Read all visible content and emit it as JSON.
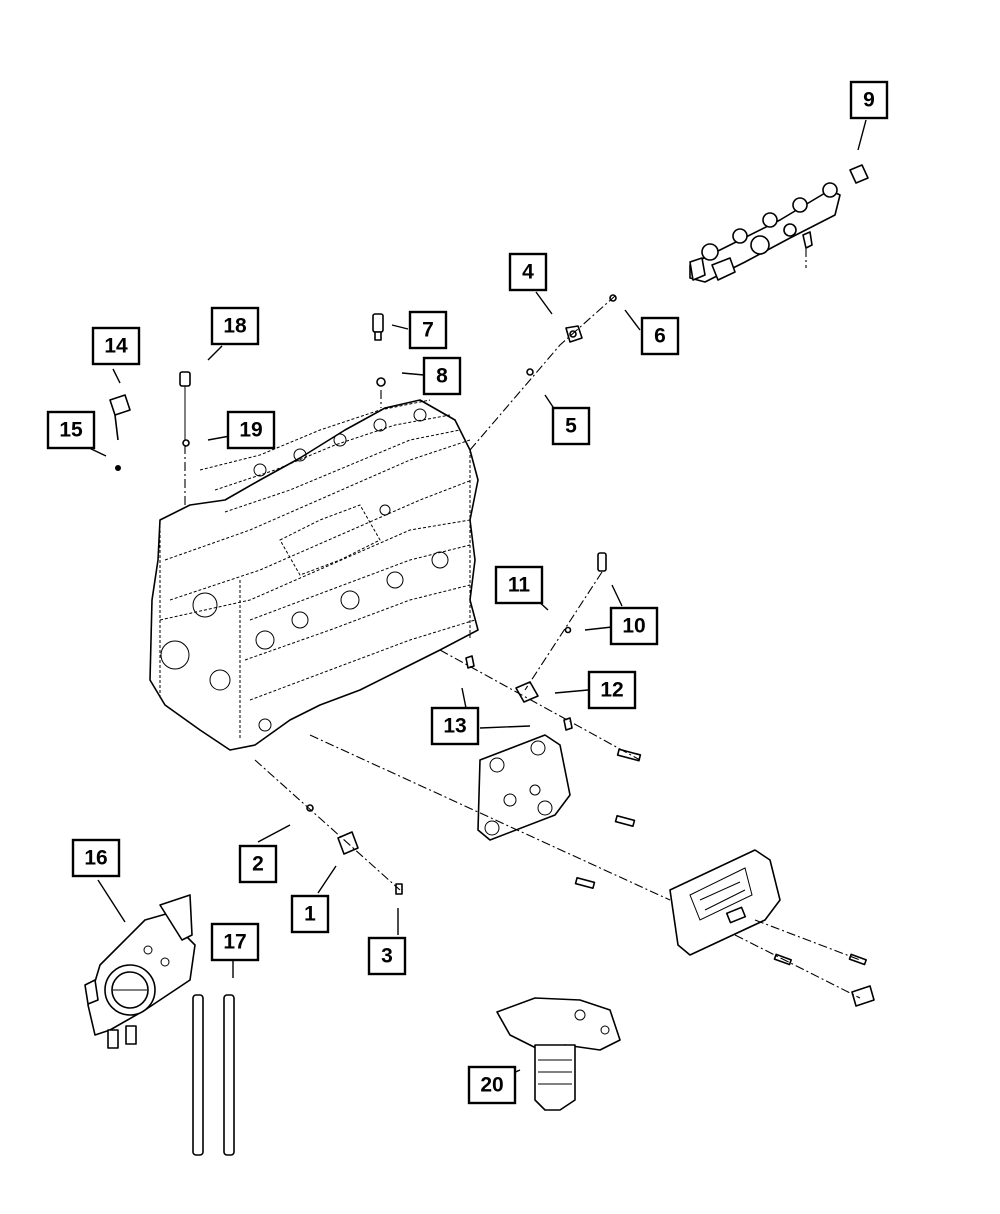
{
  "callouts": [
    "1",
    "2",
    "3",
    "4",
    "5",
    "6",
    "7",
    "8",
    "9",
    "10",
    "11",
    "12",
    "13",
    "14",
    "15",
    "16",
    "17",
    "18",
    "19",
    "20"
  ],
  "colors": {
    "line": "#000000",
    "background": "#ffffff"
  }
}
